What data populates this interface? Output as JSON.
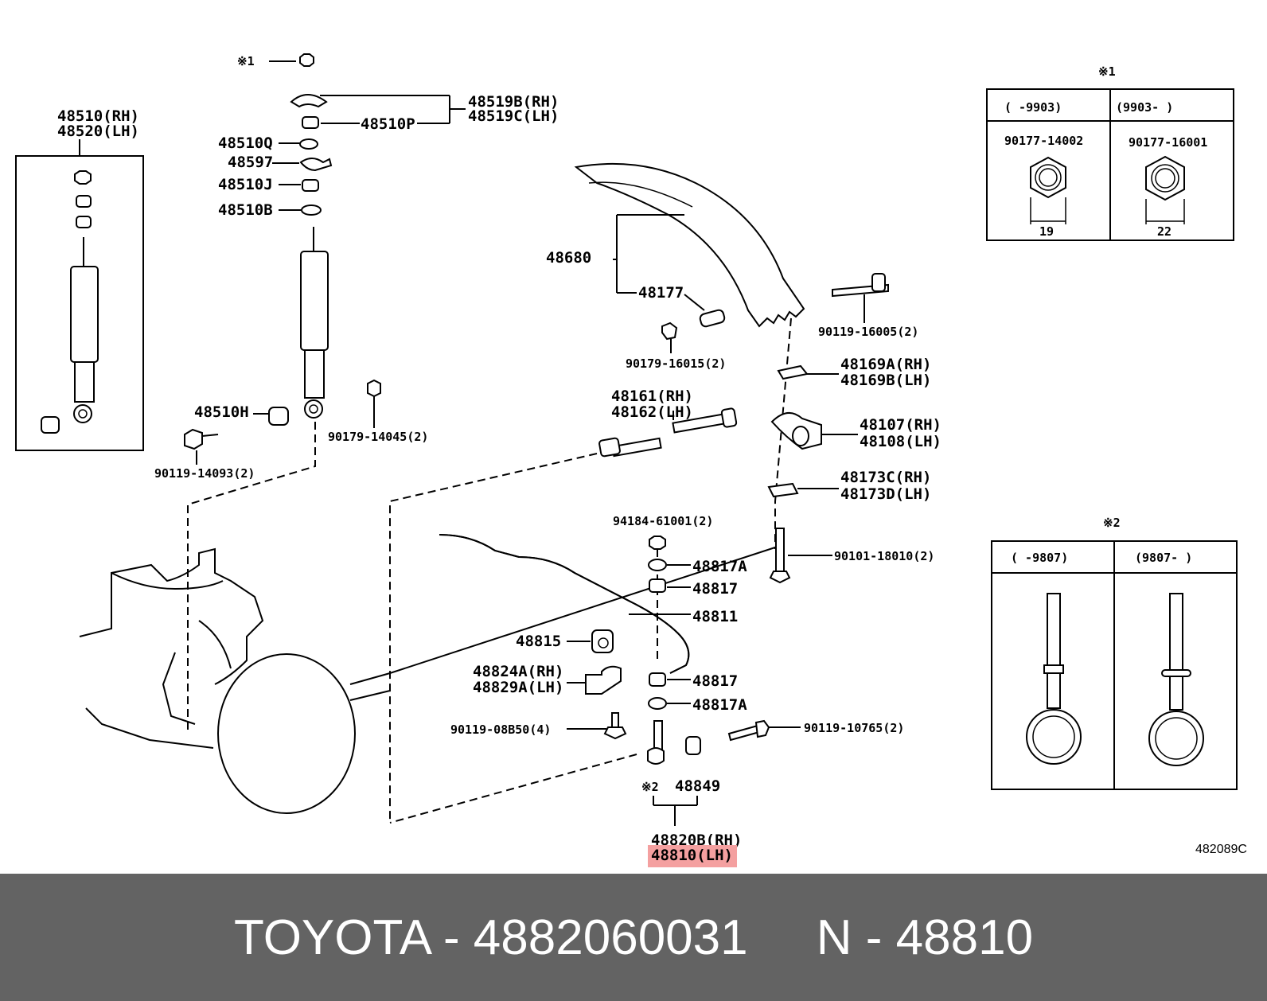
{
  "callouts": {
    "note1_nut": "※1",
    "p48510_rh": "48510(RH)",
    "p48520_lh": "48520(LH)",
    "p48519b_rh": "48519B(RH)",
    "p48519c_lh": "48519C(LH)",
    "p48510p": "48510P",
    "p48510q": "48510Q",
    "p48597": "48597",
    "p48510j": "48510J",
    "p48510b": "48510B",
    "p48510h": "48510H",
    "p90119_14093": "90119-14093(2)",
    "p90179_14045": "90179-14045(2)",
    "p48680": "48680",
    "p48177": "48177",
    "p90179_16015": "90179-16015(2)",
    "p90119_16005": "90119-16005(2)",
    "p48169a_rh": "48169A(RH)",
    "p48169b_lh": "48169B(LH)",
    "p48161_rh": "48161(RH)",
    "p48162_lh": "48162(LH)",
    "p48107_rh": "48107(RH)",
    "p48108_lh": "48108(LH)",
    "p48173c_rh": "48173C(RH)",
    "p48173d_lh": "48173D(LH)",
    "p94184_61001": "94184-61001(2)",
    "p90101_18010": "90101-18010(2)",
    "p48817a_top": "48817A",
    "p48817_top": "48817",
    "p48811": "48811",
    "p48815": "48815",
    "p48824a_rh": "48824A(RH)",
    "p48829a_lh": "48829A(LH)",
    "p48817_bot": "48817",
    "p48817a_bot": "48817A",
    "p90119_08b50": "90119-08B50(4)",
    "p90119_10765": "90119-10765(2)",
    "note2_link": "※2",
    "p48849": "48849",
    "p48820b_rh": "48820B(RH)",
    "p48810_lh": "48810(LH)",
    "diagram_ref": "482089C"
  },
  "inset1": {
    "note": "※1",
    "col1_range": "(    -9903)",
    "col2_range": "(9903-     )",
    "col1_part": "90177-14002",
    "col2_part": "90177-16001",
    "col1_size": "19",
    "col2_size": "22"
  },
  "inset2": {
    "note": "※2",
    "col1_range": "(    -9807)",
    "col2_range": "(9807-     )"
  },
  "footer": {
    "brand_part": "TOYOTA - 4882060031",
    "alt_part": "N - 48810"
  }
}
